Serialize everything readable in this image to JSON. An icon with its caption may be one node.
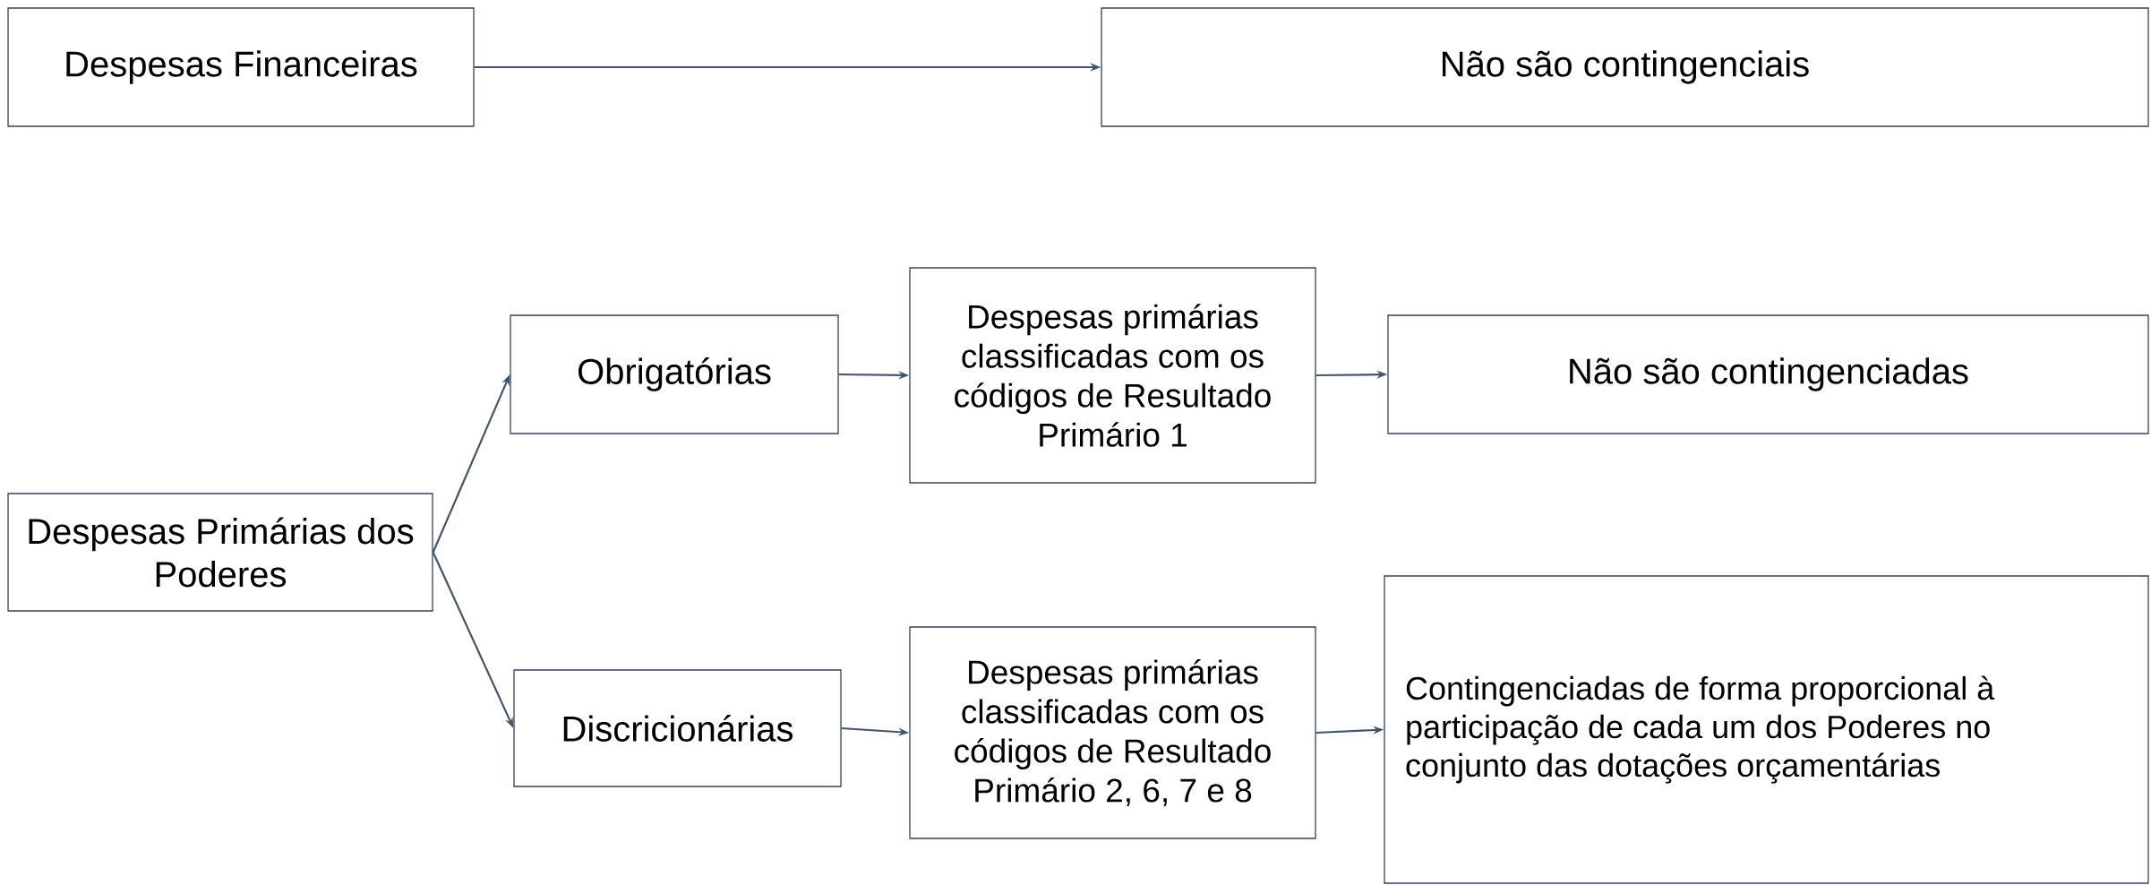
{
  "diagram": {
    "nodes": [
      {
        "text": [
          "Despesas Financeiras"
        ]
      },
      {
        "text": [
          "Não são contingenciais"
        ]
      },
      {
        "text": [
          "Despesas Primárias dos Poderes"
        ]
      },
      {
        "text": [
          "Obrigatórias"
        ]
      },
      {
        "text": [
          "Despesas primárias classificadas com os códigos de Resultado Primário 1"
        ]
      },
      {
        "text": [
          "Não são contingenciadas"
        ]
      },
      {
        "text": [
          "Discricionárias"
        ]
      },
      {
        "text": [
          "Despesas primárias classificadas com os códigos de Resultado Primário 2, 6, 7 e 8"
        ]
      },
      {
        "text": [
          "Contingenciadas de forma proporcional à participação de cada um dos Poderes no conjunto das dotações orçamentárias"
        ]
      }
    ],
    "edges": [
      {
        "from": 0,
        "to": 1,
        "arrow": "to"
      },
      {
        "from": 2,
        "to": 3,
        "arrow": "to"
      },
      {
        "from": 2,
        "to": 6,
        "arrow": "to"
      },
      {
        "from": 3,
        "to": 4,
        "arrow": "to"
      },
      {
        "from": 4,
        "to": 5,
        "arrow": "to"
      },
      {
        "from": 6,
        "to": 7,
        "arrow": "to"
      },
      {
        "from": 7,
        "to": 8,
        "arrow": "to"
      }
    ]
  }
}
